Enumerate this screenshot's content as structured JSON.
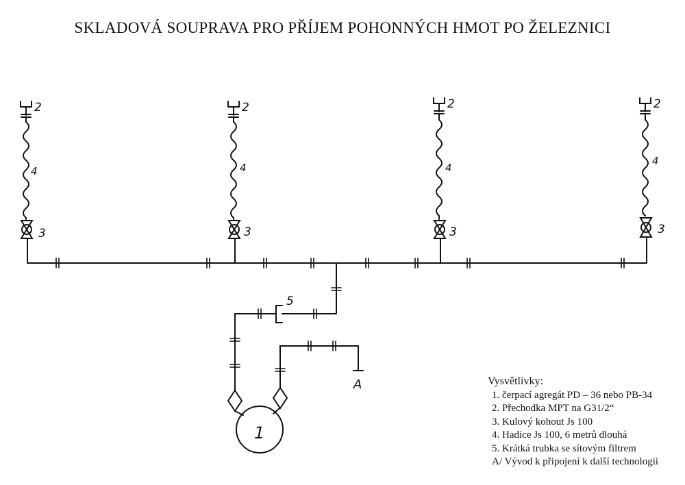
{
  "title": "SKLADOVÁ SOUPRAVA PRO PŘÍJEM POHONNÝCH HMOT PO ŽELEZNICI",
  "labels": {
    "fitting": "2",
    "hose": "4",
    "valve": "3",
    "filter": "5",
    "pump": "1",
    "outlet": "A"
  },
  "legend": {
    "heading": "Vysvětlivky:",
    "items": [
      "1. čerpací agregát PD – 36 nebo PB-34",
      "2. Přechodka MPT na G31/2“",
      "3. Kulový kohout Js 100",
      "4. Hadice Js 100,  6  metrů dlouhá",
      "5. Krátká trubka se sítovým filtrem",
      "A/ Vývod k připojení k další technologii"
    ]
  }
}
